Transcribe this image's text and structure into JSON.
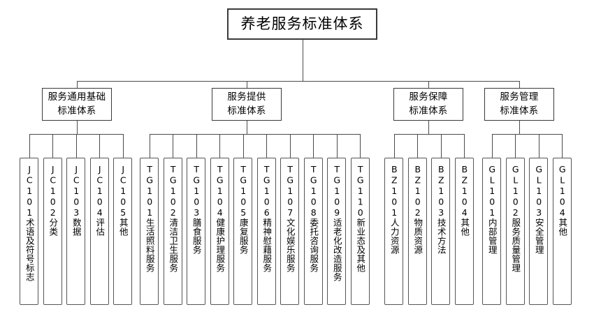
{
  "diagram": {
    "title": "养老服务标准体系",
    "type": "organizational-hierarchy-chart",
    "root": {
      "label": "养老服务标准体系"
    },
    "branches": [
      {
        "id": "JC",
        "label": "服务通用基础\n标准体系",
        "label_line1": "服务通用基础",
        "label_line2": "标准体系",
        "children": [
          {
            "code": "JC101",
            "name": "术语及符号标志",
            "text": "JC101术语及符号标志"
          },
          {
            "code": "JC102",
            "name": "分类",
            "text": "JC102分类"
          },
          {
            "code": "JC103",
            "name": "数据",
            "text": "JC103数据"
          },
          {
            "code": "JC104",
            "name": "评估",
            "text": "JC104评估"
          },
          {
            "code": "JC105",
            "name": "其他",
            "text": "JC105其他"
          }
        ]
      },
      {
        "id": "TG",
        "label": "服务提供\n标准体系",
        "label_line1": "服务提供",
        "label_line2": "标准体系",
        "children": [
          {
            "code": "TG101",
            "name": "生活照料服务",
            "text": "TG101生活照料服务"
          },
          {
            "code": "TG102",
            "name": "清洁卫生服务",
            "text": "TG102清洁卫生服务"
          },
          {
            "code": "TG103",
            "name": "膳食服务",
            "text": "TG103膳食服务"
          },
          {
            "code": "TG104",
            "name": "健康护理服务",
            "text": "TG104健康护理服务"
          },
          {
            "code": "TG105",
            "name": "康复服务",
            "text": "TG105康复服务"
          },
          {
            "code": "TG106",
            "name": "精神慰藉服务",
            "text": "TG106精神慰藉服务"
          },
          {
            "code": "TG107",
            "name": "文化娱乐服务",
            "text": "TG107文化娱乐服务"
          },
          {
            "code": "TG108",
            "name": "委托咨询服务",
            "text": "TG108委托咨询服务"
          },
          {
            "code": "TG109",
            "name": "适老化改造服务",
            "text": "TG109适老化改造服务"
          },
          {
            "code": "TG110",
            "name": "新业态及其他",
            "text": "TG110新业态及其他"
          }
        ]
      },
      {
        "id": "BZ",
        "label": "服务保障\n标准体系",
        "label_line1": "服务保障",
        "label_line2": "标准体系",
        "children": [
          {
            "code": "BZ101",
            "name": "人力资源",
            "text": "BZ101人力资源"
          },
          {
            "code": "BZ102",
            "name": "物质资源",
            "text": "BZ102物质资源"
          },
          {
            "code": "BZ103",
            "name": "技术方法",
            "text": "BZ103技术方法"
          },
          {
            "code": "BZ104",
            "name": "其他",
            "text": "BZ104其他"
          }
        ]
      },
      {
        "id": "GL",
        "label": "服务管理\n标准体系",
        "label_line1": "服务管理",
        "label_line2": "标准体系",
        "children": [
          {
            "code": "GL101",
            "name": "内部管理",
            "text": "GL101内部管理"
          },
          {
            "code": "GL102",
            "name": "服务质量管理",
            "text": "GL102服务质量管理"
          },
          {
            "code": "GL103",
            "name": "安全管理",
            "text": "GL103安全管理"
          },
          {
            "code": "GL104",
            "name": "其他",
            "text": "GL104其他"
          }
        ]
      }
    ],
    "colors": {
      "background": "#ffffff",
      "box_border": "#4a4a4a",
      "root_border": "#3a3a3a",
      "line": "#4a4a4a",
      "text": "#000000"
    }
  }
}
